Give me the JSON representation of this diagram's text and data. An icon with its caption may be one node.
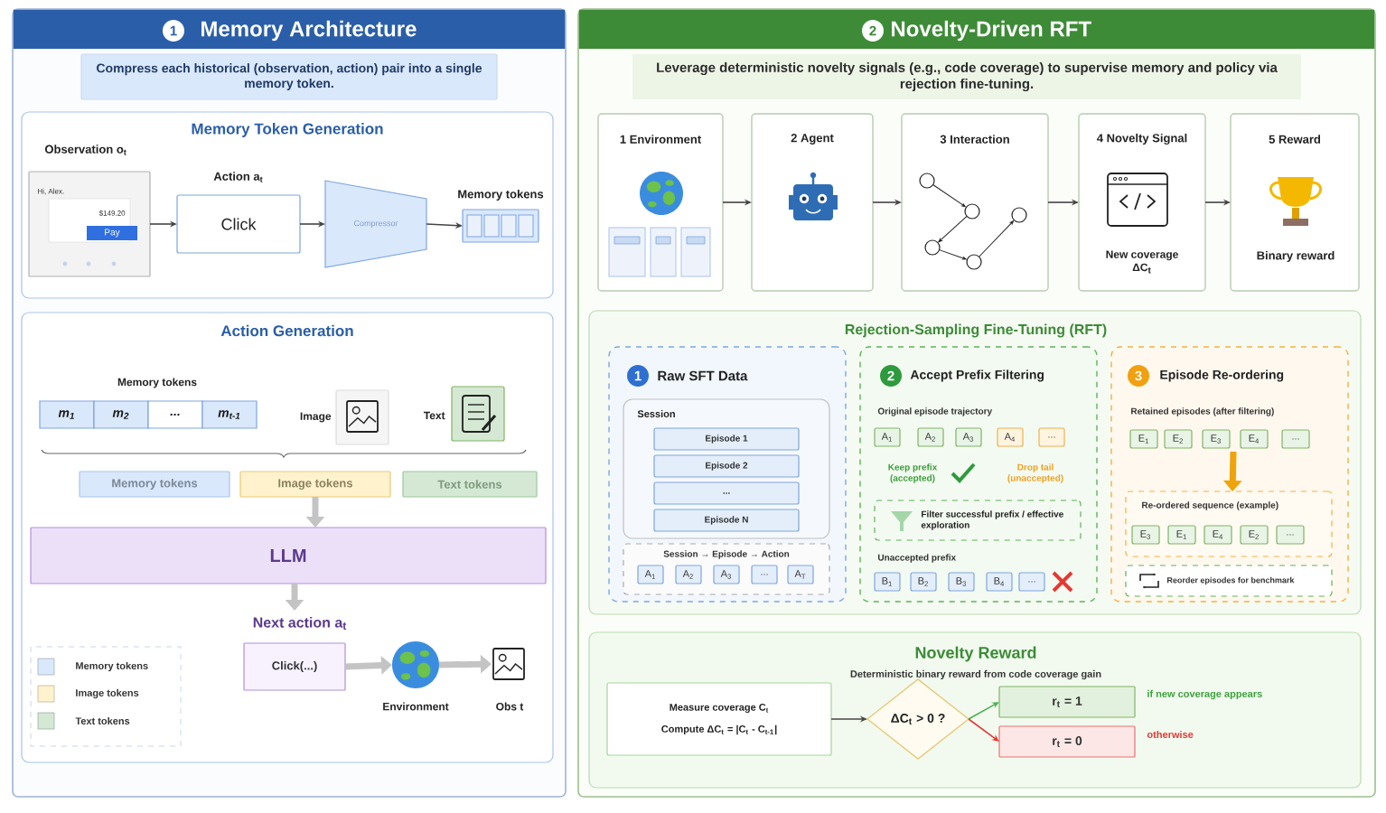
{
  "diagram": {
    "nodes": [
      {
        "text": [
          "1",
          "Memory Architecture"
        ]
      },
      {
        "text": [
          "Compress each historical (observation, action) pair into a single memory token."
        ],
        "in": 0
      },
      {
        "text": [
          "Memory Token Generation"
        ],
        "in": 0
      },
      {
        "text": [
          "Observation o$_{t}$",
          "Hi, Alex.",
          "$149.20",
          "Pay"
        ],
        "in": 2
      },
      {
        "text": [
          "Action a$_{t}$",
          "Click"
        ],
        "in": 2
      },
      {
        "text": [
          "Compressor"
        ],
        "in": 2
      },
      {
        "text": [
          "Memory tokens"
        ],
        "in": 2
      },
      {
        "text": [
          "Action Generation"
        ],
        "in": 0
      },
      {
        "text": [
          "Memory tokens",
          "m$_{1}$",
          "m$_{2}$",
          "...",
          "m$_{t-1}$"
        ],
        "in": 7
      },
      {
        "text": [
          "Image"
        ],
        "in": 7
      },
      {
        "text": [
          "Text"
        ],
        "in": 7
      },
      {
        "text": [
          "Memory tokens"
        ],
        "in": 7
      },
      {
        "text": [
          "Image tokens"
        ],
        "in": 7
      },
      {
        "text": [
          "Text tokens"
        ],
        "in": 7
      },
      {
        "text": [
          "LLM"
        ],
        "in": 7
      },
      {
        "text": [
          "Next action a$_{t}$",
          "Click(...)"
        ],
        "in": 7
      },
      {
        "text": [
          "Environment"
        ],
        "in": 7
      },
      {
        "text": [
          "Obs t"
        ],
        "in": 7
      },
      {
        "text": [
          "2",
          "Novelty-Driven RFT"
        ]
      },
      {
        "text": [
          "Leverage deterministic novelty signals (e.g., code coverage) to supervise memory and policy via rejection fine-tuning."
        ],
        "in": 18
      },
      {
        "text": [
          "1 Environment"
        ],
        "in": 18
      },
      {
        "text": [
          "2 Agent"
        ],
        "in": 18
      },
      {
        "text": [
          "3 Interaction"
        ],
        "in": 18
      },
      {
        "text": [
          "4 Novelty Signal",
          "New coverage ΔC$_{t}$"
        ],
        "in": 18
      },
      {
        "text": [
          "5 Reward",
          "Binary reward"
        ],
        "in": 18
      },
      {
        "text": [
          "Rejection-Sampling Fine-Tuning (RFT)"
        ],
        "in": 18
      },
      {
        "text": [
          "1",
          "Raw SFT Data"
        ],
        "in": 25
      },
      {
        "text": [
          "Session"
        ],
        "in": 26
      },
      {
        "text": [
          "Episode 1"
        ],
        "in": 27
      },
      {
        "text": [
          "Episode 2"
        ],
        "in": 27
      },
      {
        "text": [
          "..."
        ],
        "in": 27
      },
      {
        "text": [
          "Episode N"
        ],
        "in": 27
      },
      {
        "text": [
          "Session → Episode → Action"
        ],
        "in": 26
      },
      {
        "text": [
          "A$_{1}$"
        ],
        "in": 32
      },
      {
        "text": [
          "A$_{2}$"
        ],
        "in": 32
      },
      {
        "text": [
          "A$_{3}$"
        ],
        "in": 32
      },
      {
        "text": [
          "..."
        ],
        "in": 32
      },
      {
        "text": [
          "A$_{T}$"
        ],
        "in": 32
      },
      {
        "text": [
          "2",
          "Accept Prefix Filtering",
          "Original episode trajectory",
          "Keep prefix (accepted)",
          "Drop tail (unaccepted)",
          "Unaccepted prefix"
        ],
        "in": 25
      },
      {
        "text": [
          "A$_{1}$"
        ],
        "in": 38
      },
      {
        "text": [
          "A$_{2}$"
        ],
        "in": 38
      },
      {
        "text": [
          "A$_{3}$"
        ],
        "in": 38
      },
      {
        "text": [
          "A$_{4}$"
        ],
        "in": 38
      },
      {
        "text": [
          "..."
        ],
        "in": 38
      },
      {
        "text": [
          "Filter successful prefix / effective exploration"
        ],
        "in": 38
      },
      {
        "text": [
          "B$_{1}$"
        ],
        "in": 38
      },
      {
        "text": [
          "B$_{2}$"
        ],
        "in": 38
      },
      {
        "text": [
          "B$_{3}$"
        ],
        "in": 38
      },
      {
        "text": [
          "B$_{4}$"
        ],
        "in": 38
      },
      {
        "text": [
          "..."
        ],
        "in": 38
      },
      {
        "text": [
          "3",
          "Episode Re-ordering",
          "Retained episodes (after filtering)"
        ],
        "in": 25
      },
      {
        "text": [
          "E$_{1}$"
        ],
        "in": 50
      },
      {
        "text": [
          "E$_{2}$"
        ],
        "in": 50
      },
      {
        "text": [
          "E$_{3}$"
        ],
        "in": 50
      },
      {
        "text": [
          "E$_{4}$"
        ],
        "in": 50
      },
      {
        "text": [
          "..."
        ],
        "in": 50
      },
      {
        "text": [
          "Re-ordered sequence (example)"
        ],
        "in": 50
      },
      {
        "text": [
          "E$_{3}$"
        ],
        "in": 56
      },
      {
        "text": [
          "E$_{1}$"
        ],
        "in": 56
      },
      {
        "text": [
          "E$_{4}$"
        ],
        "in": 56
      },
      {
        "text": [
          "E$_{2}$"
        ],
        "in": 56
      },
      {
        "text": [
          "..."
        ],
        "in": 56
      },
      {
        "text": [
          "Reorder episodes for benchmark"
        ],
        "in": 50
      },
      {
        "text": [
          "Novelty Reward",
          "Deterministic binary reward from code coverage gain"
        ],
        "in": 18
      },
      {
        "text": [
          "Measure coverage C$_{t}$",
          "Compute ΔC$_{t}$ = |C$_{t}$ - C$_{t-1}$|"
        ],
        "in": 63
      },
      {
        "text": [
          "ΔC$_{t}$ > 0 ?"
        ],
        "in": 63
      },
      {
        "text": [
          "r$_{t}$ = 1"
        ],
        "in": 63,
        "beside": [
          "if new coverage appears"
        ]
      },
      {
        "text": [
          "r$_{t}$ = 0"
        ],
        "in": 63,
        "beside": [
          "otherwise"
        ]
      }
    ],
    "edges": [
      {
        "from": 3,
        "to": 4,
        "arrow": "to"
      },
      {
        "from": 4,
        "to": 5,
        "arrow": "to"
      },
      {
        "from": 5,
        "to": 6,
        "arrow": "to"
      },
      {
        "from": 12,
        "to": 14,
        "arrow": "to",
        "style": "thick",
        "color": "#c4c4c4"
      },
      {
        "from": 14,
        "to": 15,
        "arrow": "to",
        "style": "thick",
        "color": "#c4c4c4"
      },
      {
        "from": 15,
        "to": 16,
        "arrow": "to",
        "style": "thick",
        "color": "#c4c4c4"
      },
      {
        "from": 16,
        "to": 17,
        "arrow": "to",
        "style": "thick",
        "color": "#c4c4c4"
      },
      {
        "from": 20,
        "to": 21,
        "arrow": "to"
      },
      {
        "from": 21,
        "to": 22,
        "arrow": "to"
      },
      {
        "from": 22,
        "to": 23,
        "arrow": "to"
      },
      {
        "from": 23,
        "to": 24,
        "arrow": "to"
      },
      {
        "from": 53,
        "to": 56,
        "arrow": "to",
        "style": "thick",
        "color": "#f0a30a"
      },
      {
        "from": 64,
        "to": 65,
        "arrow": "to"
      },
      {
        "from": 65,
        "to": 66,
        "arrow": "to",
        "color": "#4caf50"
      },
      {
        "from": 65,
        "to": 67,
        "arrow": "to",
        "color": "#e53935"
      }
    ],
    "legend": [
      {
        "text": "Memory tokens",
        "color": "#dae8fc"
      },
      {
        "text": "Image tokens",
        "color": "#fff2cc"
      },
      {
        "text": "Text tokens",
        "color": "#d5e8d4"
      }
    ]
  }
}
